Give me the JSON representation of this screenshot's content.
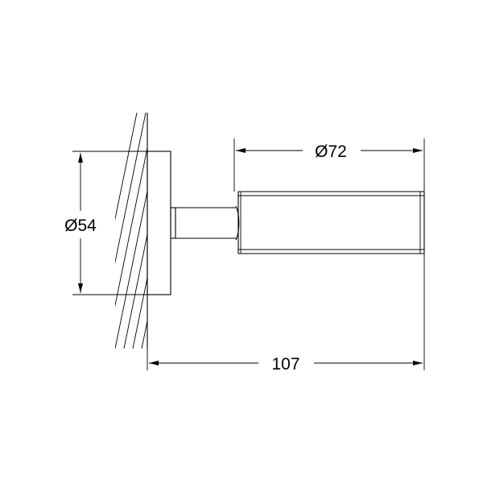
{
  "dimensions": {
    "diameter_mount": "Ø54",
    "diameter_holder": "Ø72",
    "total_length": "107"
  }
}
